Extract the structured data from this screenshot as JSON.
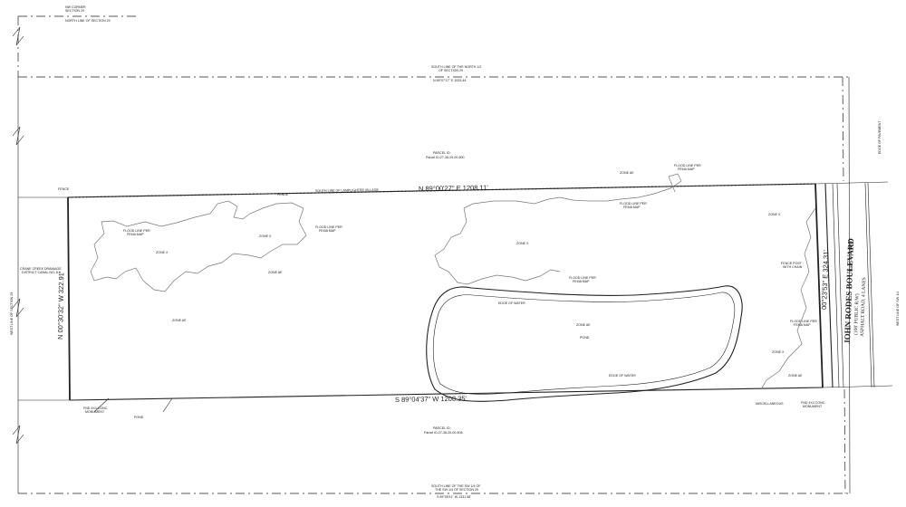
{
  "labels": {
    "nw_corner": "NW CORNER",
    "nw_corner_sec": "SECTION 29",
    "north_line": "NORTH LINE OF SECTION 29",
    "south_line_n1_2": "SOUTH LINE OF THE NORTH 1/2",
    "south_line_n1_2_sec": "OF SECTION 29",
    "north_bearing": "N 89°07'17\" E 1533.44'",
    "parcel_top": "PARCEL ID:",
    "parcel_top_id": "Parcel ID:27-36-29-00-500",
    "south_line_lp": "SOUTH LINE OF LAMPLIGHTER VILLAGE",
    "top_bearing": "N 89°00'27\" E 1208.11'",
    "bottom_bearing": "S 89°04'37\" W 1208.35'",
    "left_bearing": "N 00°30'32\" W 322.91'",
    "right_bearing": "00°23'53\" E 324.31'",
    "road_name": "JOHN RODES BOULEVARD",
    "road_sub1": "(100' PUBLIC R/W)",
    "road_sub2": "ASPHALT ROAD, 4 LANES",
    "zone_x": "ZONE X",
    "zone_ae": "ZONE AE",
    "flood_line": "FLOOD LINE PER",
    "flood_line2": "FEMA MAP",
    "edge_water": "EDGE OF WATER",
    "pond": "POND",
    "fence": "FENCE",
    "drainage": "CRANE CREEK DRAINAGE",
    "drainage2": "DISTRICT CANAL NO. 8-1",
    "parcel_bottom_id": "Parcel ID:27-36-29-00-508",
    "south_line_bottom": "SOUTH LINE OF THE SW 1/4 OF",
    "south_line_bottom2": "THE SW 1/4 OF SECTION 29",
    "bottom_corner_bearing": "S 89°05'41\" W 1331.58'",
    "miscellaneous": "MISCELLANEOUS",
    "edge_pavement": "EDGE OF PAVEMENT",
    "west_line": "WEST LINE OF SECTION 29",
    "west_line_sw": "WEST LINE OF SW 1/4",
    "found_iron": "FND 4X4 CONC.",
    "found_iron2": "MONUMENT",
    "fence_post": "FENCE POST",
    "fence_post2": "WITH CHAIN"
  }
}
